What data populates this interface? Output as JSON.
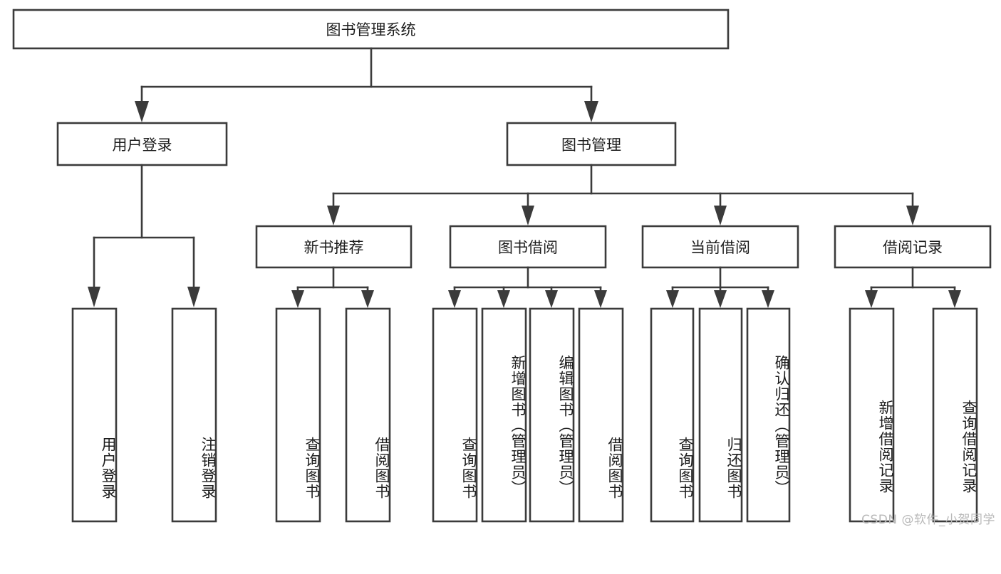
{
  "diagram": {
    "type": "tree-hierarchy",
    "title": "图书管理系统",
    "root": {
      "label": "图书管理系统"
    },
    "level2": [
      {
        "id": "user-login",
        "label": "用户登录"
      },
      {
        "id": "book-manage",
        "label": "图书管理"
      }
    ],
    "level3": [
      {
        "id": "new-book-recommend",
        "label": "新书推荐",
        "parent": "book-manage"
      },
      {
        "id": "book-borrow",
        "label": "图书借阅",
        "parent": "book-manage"
      },
      {
        "id": "current-borrow",
        "label": "当前借阅",
        "parent": "book-manage"
      },
      {
        "id": "borrow-record",
        "label": "借阅记录",
        "parent": "book-manage"
      }
    ],
    "leaves": [
      {
        "id": "leaf-user-login",
        "label": "用户登录",
        "parent": "user-login"
      },
      {
        "id": "leaf-user-logout",
        "label": "注销登录",
        "parent": "user-login"
      },
      {
        "id": "leaf-query-book-1",
        "label": "查询图书",
        "parent": "new-book-recommend"
      },
      {
        "id": "leaf-borrow-book-1",
        "label": "借阅图书",
        "parent": "new-book-recommend"
      },
      {
        "id": "leaf-query-book-2",
        "label": "查询图书",
        "parent": "book-borrow"
      },
      {
        "id": "leaf-add-book",
        "label": "新增图书（管理员）",
        "parent": "book-borrow"
      },
      {
        "id": "leaf-edit-book",
        "label": "编辑图书（管理员）",
        "parent": "book-borrow"
      },
      {
        "id": "leaf-borrow-book-2",
        "label": "借阅图书",
        "parent": "book-borrow"
      },
      {
        "id": "leaf-query-book-3",
        "label": "查询图书",
        "parent": "current-borrow"
      },
      {
        "id": "leaf-return-book",
        "label": "归还图书",
        "parent": "current-borrow"
      },
      {
        "id": "leaf-confirm-return",
        "label": "确认归还（管理员）",
        "parent": "current-borrow"
      },
      {
        "id": "leaf-add-record",
        "label": "新增借阅记录",
        "parent": "borrow-record"
      },
      {
        "id": "leaf-query-record",
        "label": "查询借阅记录",
        "parent": "borrow-record"
      }
    ],
    "colors": {
      "stroke": "#3b3b3b",
      "fill": "#ffffff",
      "text": "#1d1d1d",
      "watermark": "#b9b9b9"
    }
  },
  "watermark": {
    "text": "CSDN @软件_小贺同学"
  }
}
